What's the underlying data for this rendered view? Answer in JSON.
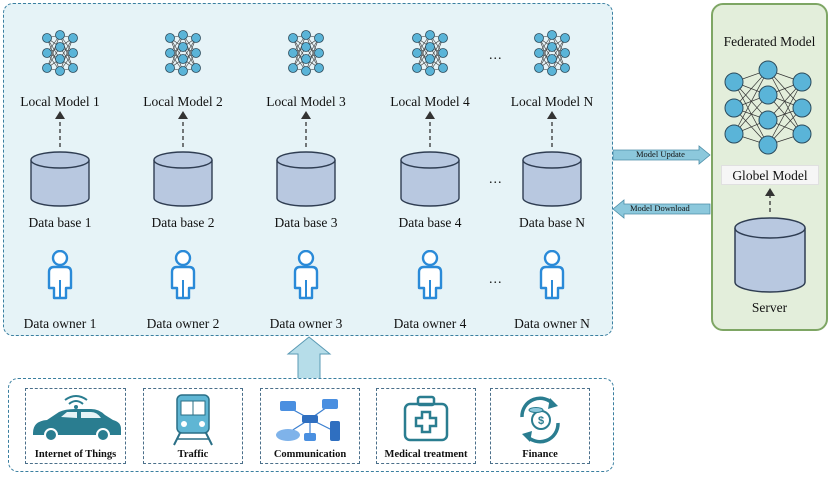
{
  "columns": [
    {
      "model": "Local Model 1",
      "db": "Data base 1",
      "owner": "Data owner 1"
    },
    {
      "model": "Local Model 2",
      "db": "Data base 2",
      "owner": "Data owner 2"
    },
    {
      "model": "Local Model 3",
      "db": "Data base 3",
      "owner": "Data owner 3"
    },
    {
      "model": "Local Model 4",
      "db": "Data base 4",
      "owner": "Data owner 4"
    },
    {
      "model": "Local Model N",
      "db": "Data base N",
      "owner": "Data owner N"
    }
  ],
  "ellipsis": "...",
  "server": {
    "title": "Federated Model",
    "global_label": "Globel Model",
    "server_label": "Server"
  },
  "arrows": {
    "update": "Model Update",
    "download": "Model Download"
  },
  "applications": [
    {
      "label": "Internet of Things",
      "icon": "car-wifi-icon"
    },
    {
      "label": "Traffic",
      "icon": "train-icon"
    },
    {
      "label": "Communication",
      "icon": "network-icon"
    },
    {
      "label": "Medical treatment",
      "icon": "medical-kit-icon"
    },
    {
      "label": "Finance",
      "icon": "finance-cycle-icon"
    }
  ],
  "colors": {
    "local_panel_bg": "#e6f3f7",
    "server_panel_bg": "#e3eedb",
    "neuron": "#5ab4d8",
    "database": "#b8c8e0",
    "person": "#2a8ad8",
    "arrow": "#8cc8dc"
  }
}
